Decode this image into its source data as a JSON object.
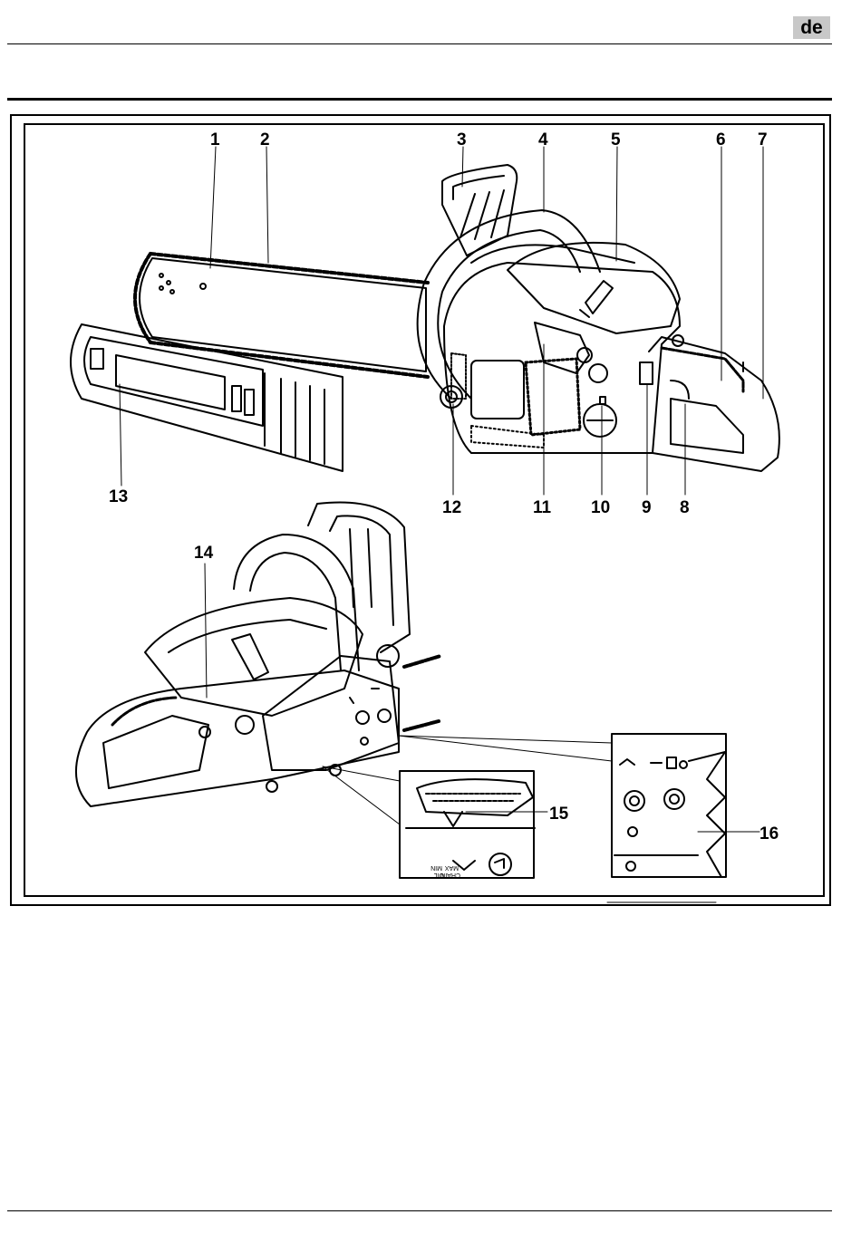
{
  "header": {
    "language": "de"
  },
  "figure": {
    "callouts": [
      "1",
      "2",
      "3",
      "4",
      "5",
      "6",
      "7",
      "8",
      "9",
      "10",
      "11",
      "12",
      "13",
      "14",
      "15",
      "16"
    ],
    "inset_left_text": [
      "MIN",
      "OIL",
      "MAX",
      "CHAIN"
    ]
  }
}
